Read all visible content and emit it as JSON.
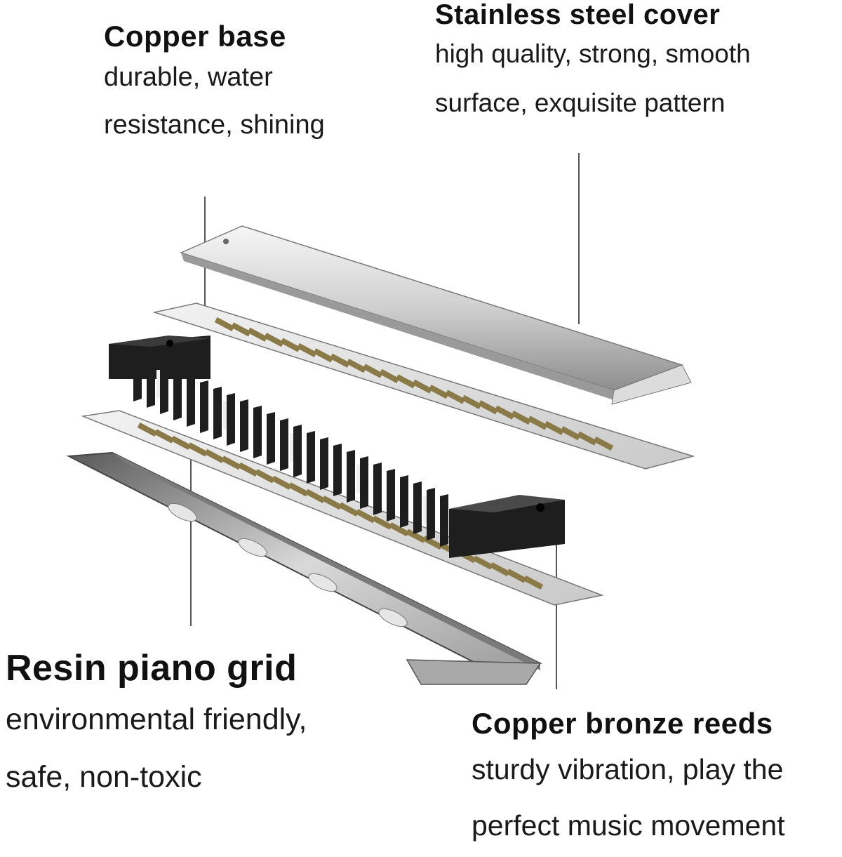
{
  "callouts": {
    "copper_base": {
      "title": "Copper base",
      "lines": [
        "durable, water",
        "resistance, shining"
      ]
    },
    "steel_cover": {
      "title": "Stainless steel cover",
      "lines": [
        "high quality, strong, smooth",
        "surface, exquisite pattern"
      ]
    },
    "resin_grid": {
      "title": "Resin piano grid",
      "lines": [
        "environmental friendly,",
        "safe, non-toxic"
      ]
    },
    "bronze_reeds": {
      "title": "Copper bronze reeds",
      "lines": [
        "sturdy vibration, play the",
        "perfect music movement"
      ]
    }
  },
  "illustration": {
    "subject": "exploded view of a chromatic harmonica",
    "parts": [
      "steel-cover",
      "reed-plate",
      "comb",
      "reed-plate",
      "steel-cover"
    ],
    "colors": {
      "steel_light": "#e8e8e8",
      "steel_mid": "#b8b8b8",
      "steel_dark": "#6e6e6e",
      "comb_black": "#1e1e1e",
      "reed_gold": "#8a7a48",
      "pin_white": "#efefef",
      "leader_line": "#555555"
    }
  }
}
